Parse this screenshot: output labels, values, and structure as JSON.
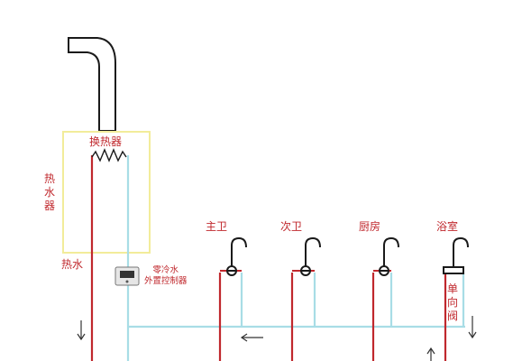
{
  "colors": {
    "hot_pipe": "#c0282d",
    "cold_pipe": "#a8dde6",
    "heater_box": "#f2ec9a",
    "outline": "#1a1a1a",
    "label_red": "#c0282d"
  },
  "labels": {
    "heat_exchanger": "换热器",
    "water_heater": "热水器",
    "hot_water": "热水",
    "controller": "零冷水\n外置控制器",
    "check_valve": "单向阀"
  },
  "outlets": [
    {
      "name": "主卫"
    },
    {
      "name": "次卫"
    },
    {
      "name": "厨房"
    },
    {
      "name": "浴室"
    }
  ],
  "icons": {
    "faucet": "faucet-icon",
    "controller": "controller-icon",
    "flow_arrow": "arrow-icon"
  }
}
